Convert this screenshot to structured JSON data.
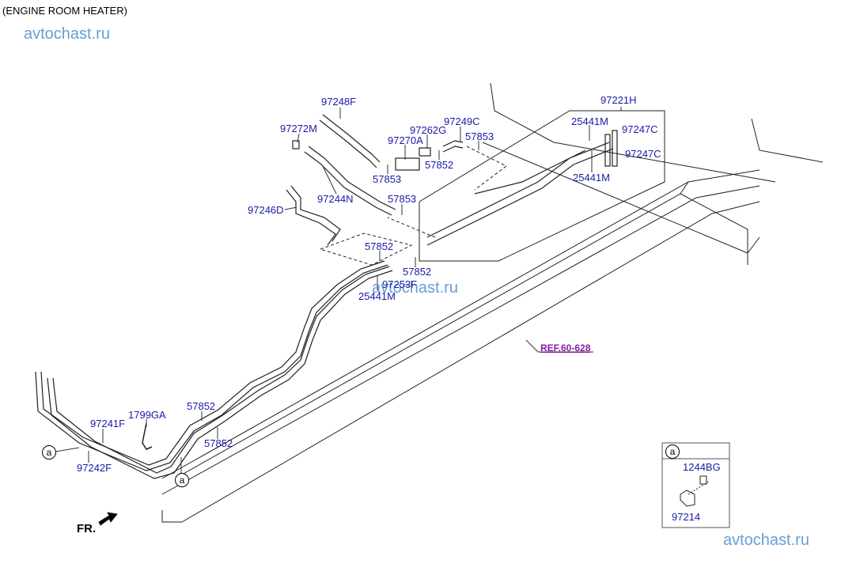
{
  "title": "(ENGINE ROOM HEATER)",
  "watermark": "avtochast.ru",
  "ref_label": "REF.60-628",
  "front_label": "FR.",
  "callout_letter": "a",
  "inset": {
    "letter": "a",
    "parts": [
      "1244BG",
      "97214"
    ]
  },
  "labels": [
    "97248F",
    "97272M",
    "97244N",
    "97246D",
    "97262G",
    "97270A",
    "97249C",
    "57853",
    "57853",
    "57852",
    "57853",
    "97221H",
    "25441M",
    "97247C",
    "97247C",
    "25441M",
    "57852",
    "57852",
    "97253F",
    "25441M",
    "57852",
    "57852",
    "1799GA",
    "97241F",
    "97242F"
  ],
  "colors": {
    "label": "#1a1aa8",
    "ref": "#8a1aa8",
    "watermark": "#4a8fd0"
  }
}
